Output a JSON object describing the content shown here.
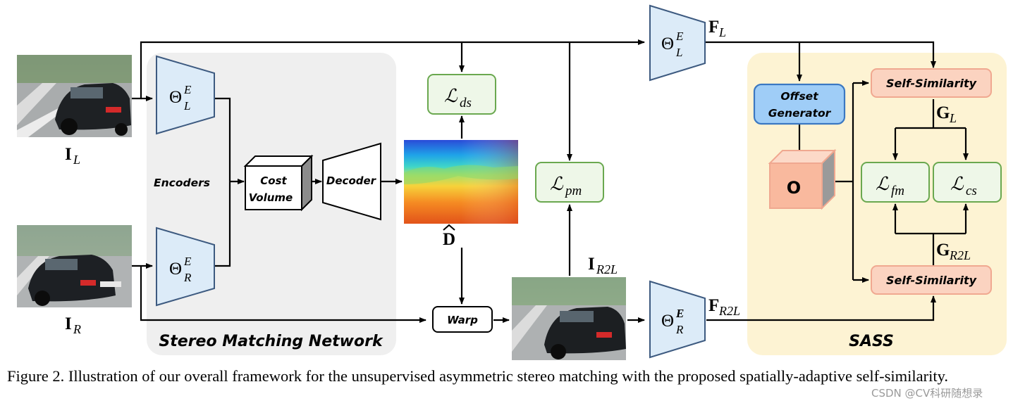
{
  "figure": {
    "inputs": {
      "left": {
        "label_main": "I",
        "label_sub": "L"
      },
      "right": {
        "label_main": "I",
        "label_sub": "R"
      },
      "warped": {
        "label_main": "I",
        "label_sub": "R2L"
      }
    },
    "encoders": {
      "symbol": "Θ",
      "sup": "E",
      "left_sub": "L",
      "right_sub": "R",
      "group_label": "Encoders"
    },
    "cost_volume": {
      "line1": "Cost",
      "line2": "Volume"
    },
    "decoder": {
      "label": "Decoder"
    },
    "disparity": {
      "label": "D"
    },
    "warp": {
      "label": "Warp"
    },
    "network_panel": {
      "title": "Stereo Matching Network"
    },
    "losses": {
      "ds": {
        "symbol": "ℒ",
        "sub": "ds"
      },
      "pm": {
        "symbol": "ℒ",
        "sub": "pm"
      },
      "fm": {
        "symbol": "ℒ",
        "sub": "fm"
      },
      "cs": {
        "symbol": "ℒ",
        "sub": "cs"
      }
    },
    "feature_encoders": {
      "top": {
        "symbol": "Θ",
        "sup": "E",
        "sub": "L",
        "out_main": "F",
        "out_sub": "L"
      },
      "bottom": {
        "symbol": "Θ",
        "sup": "E",
        "sub": "R",
        "out_main": "F",
        "out_sub": "R2L"
      }
    },
    "sass": {
      "title": "SASS",
      "offset_line1": "Offset",
      "offset_line2": "Generator",
      "offset_cube": "O",
      "self_sim_top": "Self-Similarity",
      "self_sim_bottom": "Self-Similarity",
      "g_top_main": "G",
      "g_top_sub": "L",
      "g_bottom_main": "G",
      "g_bottom_sub": "R2L"
    },
    "colors": {
      "loss_stroke": "#6aa84f",
      "loss_fill": "#eef7e8",
      "encoder_stroke": "#3d5a80",
      "encoder_fill": "#dcebf8",
      "panel_gray": "#efefef",
      "panel_sass": "#fdf3d3",
      "selfsim_fill": "#fbd3c0",
      "selfsim_stroke": "#f0a890",
      "offset_fill": "#9fcdf7",
      "offset_stroke": "#3b78c2",
      "cube_fill": "#f9b99e"
    }
  },
  "caption": {
    "text": "Figure 2.  Illustration of our overall framework for the unsupervised asymmetric stereo matching with the proposed spatially-adaptive self-similarity."
  },
  "watermark": "CSDN @CV科研随想录"
}
